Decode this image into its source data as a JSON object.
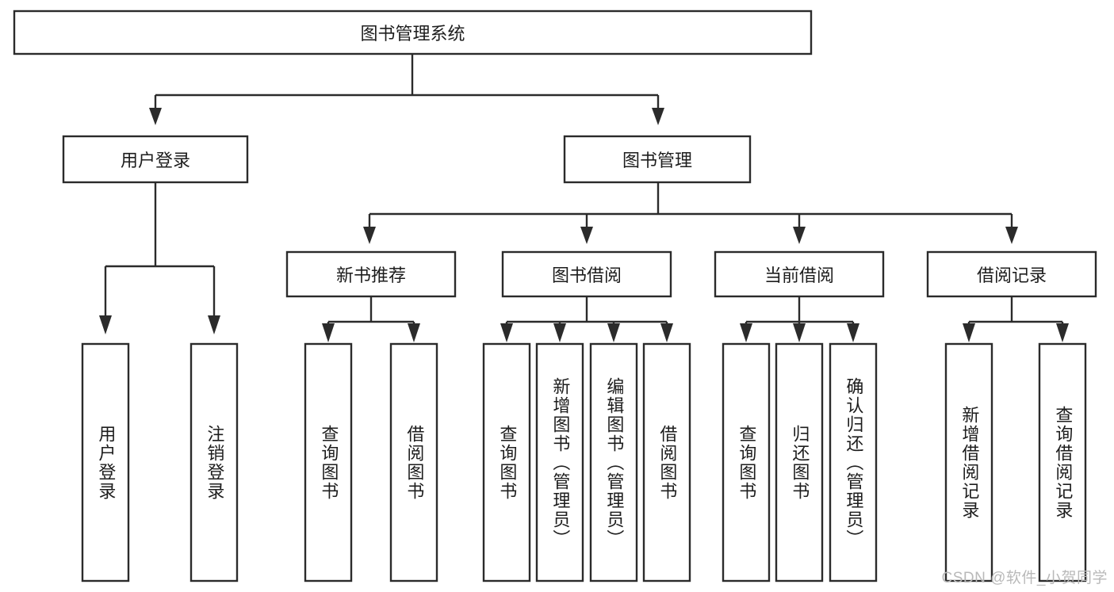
{
  "diagram": {
    "type": "tree",
    "title": "图书管理系统",
    "orientation": "top-down",
    "colors": {
      "box_stroke": "#2b2b2b",
      "box_fill": "#ffffff",
      "connector": "#2b2b2b",
      "text": "#1d1d1d",
      "watermark": "#b9b9b9",
      "background": "#ffffff"
    }
  },
  "root": {
    "label": "图书管理系统"
  },
  "level2": [
    {
      "id": "user-login",
      "label": "用户登录"
    },
    {
      "id": "book-manage",
      "label": "图书管理"
    }
  ],
  "level3": [
    {
      "id": "new-book-recommend",
      "label": "新书推荐",
      "parent": "book-manage"
    },
    {
      "id": "book-borrow",
      "label": "图书借阅",
      "parent": "book-manage"
    },
    {
      "id": "current-borrow",
      "label": "当前借阅",
      "parent": "book-manage"
    },
    {
      "id": "borrow-record",
      "label": "借阅记录",
      "parent": "book-manage"
    }
  ],
  "leaves": [
    {
      "id": "leaf-user-login",
      "label": "用户登录",
      "parent": "user-login"
    },
    {
      "id": "leaf-user-logout",
      "label": "注销登录",
      "parent": "user-login"
    },
    {
      "id": "leaf-query-book-1",
      "label": "查询图书",
      "parent": "new-book-recommend"
    },
    {
      "id": "leaf-borrow-book-1",
      "label": "借阅图书",
      "parent": "new-book-recommend"
    },
    {
      "id": "leaf-query-book-2",
      "label": "查询图书",
      "parent": "book-borrow"
    },
    {
      "id": "leaf-add-book",
      "label": "新增图书（管理员）",
      "parent": "book-borrow"
    },
    {
      "id": "leaf-edit-book",
      "label": "编辑图书（管理员）",
      "parent": "book-borrow"
    },
    {
      "id": "leaf-borrow-book-2",
      "label": "借阅图书",
      "parent": "book-borrow"
    },
    {
      "id": "leaf-query-book-3",
      "label": "查询图书",
      "parent": "current-borrow"
    },
    {
      "id": "leaf-return-book",
      "label": "归还图书",
      "parent": "current-borrow"
    },
    {
      "id": "leaf-confirm-return",
      "label": "确认归还（管理员）",
      "parent": "current-borrow"
    },
    {
      "id": "leaf-add-record",
      "label": "新增借阅记录",
      "parent": "borrow-record"
    },
    {
      "id": "leaf-query-record",
      "label": "查询借阅记录",
      "parent": "borrow-record"
    }
  ],
  "watermark": {
    "text": "CSDN @软件_小贺同学"
  }
}
